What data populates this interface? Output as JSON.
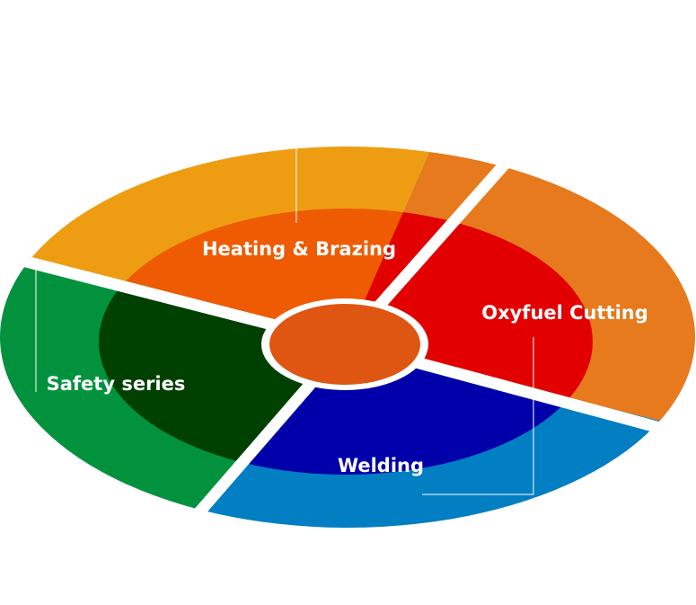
{
  "segments": [
    {
      "id": "heating",
      "label": "Heating & Brazing",
      "outer_color": "#EE9D12",
      "inner_color": "#EE5B03"
    },
    {
      "id": "oxyfuel",
      "label": "Oxyfuel Cutting",
      "outer_color": "#E67A1C",
      "inner_color": "#E20000"
    },
    {
      "id": "welding",
      "label": "Welding",
      "outer_color": "#027EC2",
      "inner_color": "#0000AA"
    },
    {
      "id": "safety",
      "label": "Safety series",
      "outer_color": "#02923E",
      "inner_color": "#004000"
    }
  ],
  "hub": {
    "color": "#DE5612",
    "ring_color": "#FFFFFF"
  },
  "gap_color": "#FFFFFF"
}
